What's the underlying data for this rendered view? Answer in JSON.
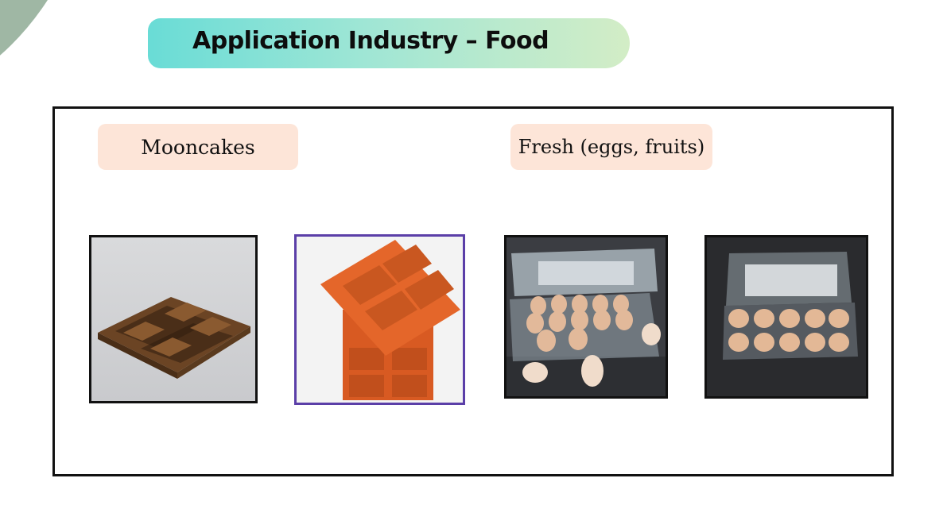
{
  "title": "Application Industry – Food",
  "labels": {
    "mooncakes": "Mooncakes",
    "fresh": "Fresh (eggs, fruits)"
  },
  "colors": {
    "banner_start": "#69dcd6",
    "banner_end": "#d3edc6",
    "chip_background": "#fde5d8",
    "tray_brown": "#6b4424",
    "tray_orange": "#e4662a"
  }
}
